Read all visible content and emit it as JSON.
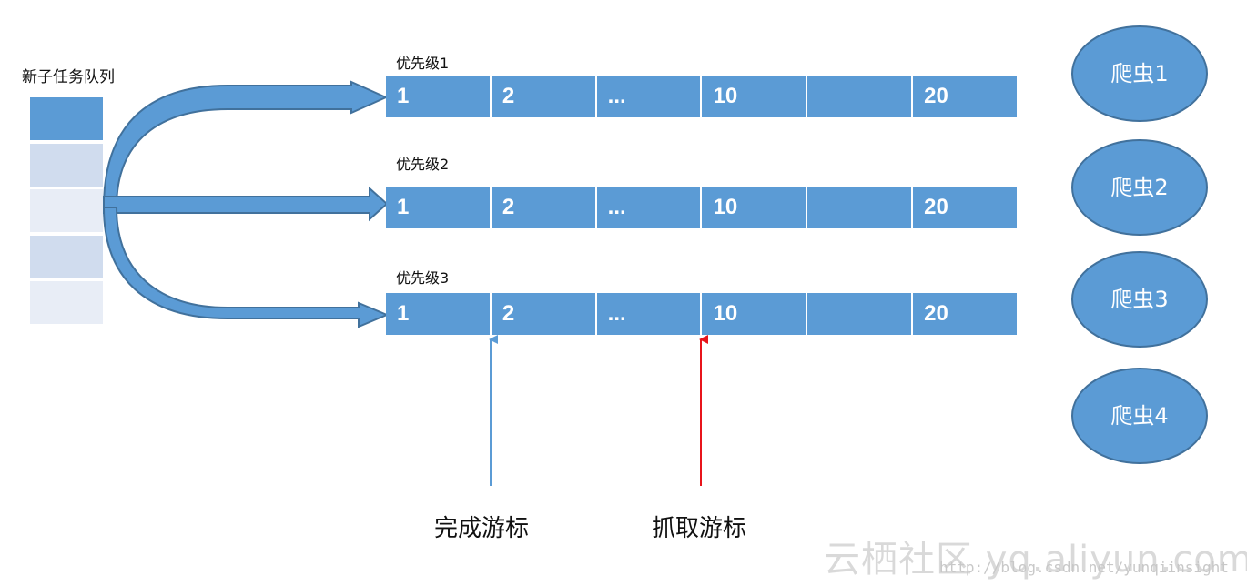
{
  "queue": {
    "label": "新子任务队列",
    "cell_colors": [
      "#5b9bd5",
      "#d0dcee",
      "#e8edf6",
      "#d0dcee",
      "#e8edf6"
    ]
  },
  "priorities": [
    {
      "label": "优先级1",
      "slots": [
        "1",
        "2",
        "...",
        "10",
        "",
        "20"
      ]
    },
    {
      "label": "优先级2",
      "slots": [
        "1",
        "2",
        "...",
        "10",
        "",
        "20"
      ]
    },
    {
      "label": "优先级3",
      "slots": [
        "1",
        "2",
        "...",
        "10",
        "",
        "20"
      ]
    }
  ],
  "crawlers": [
    "爬虫1",
    "爬虫2",
    "爬虫3",
    "爬虫4"
  ],
  "cursors": {
    "done": {
      "label": "完成游标",
      "color": "#5b9bd5"
    },
    "fetch": {
      "label": "抓取游标",
      "color": "#e8141b"
    }
  },
  "colors": {
    "bar": "#5b9bd5",
    "arrow_fill": "#5b9bd5",
    "arrow_stroke": "#41719c"
  },
  "watermark": {
    "brand": "云栖社区 yq.aliyun.com",
    "url": "http://blog.csdn.net/yunqiinsight"
  }
}
